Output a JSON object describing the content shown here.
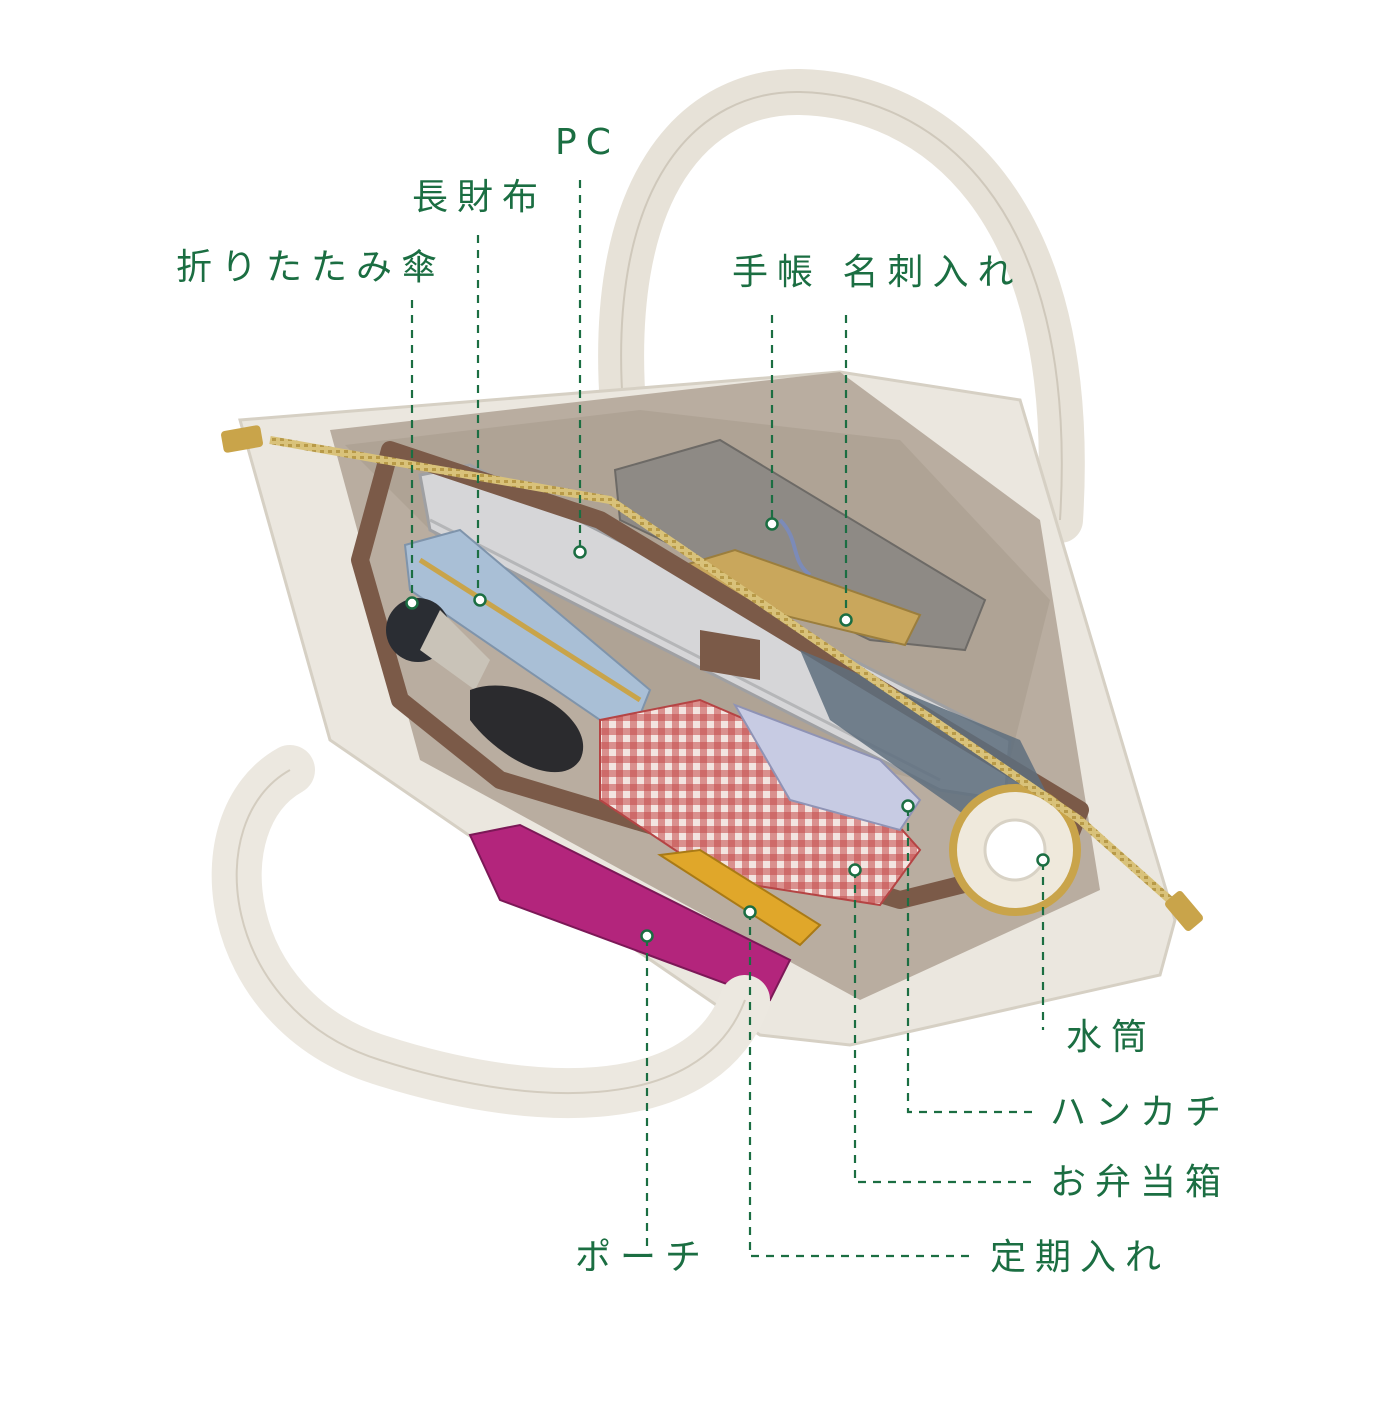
{
  "colors": {
    "accent": "#1b6e42",
    "bag_leather": "#e9e5dc",
    "bag_interior": "#b8aea2",
    "organizer_brown": "#7b5a48",
    "pouch_magenta": "#b3257c",
    "case_yellow": "#e0a72a",
    "cloth_red": "#c44a4a",
    "wallet_blue": "#a9bfd6",
    "hardware_gold": "#c9a44a"
  },
  "labels": {
    "pc": "PC",
    "long_wallet": "長財布",
    "umbrella": "折りたたみ傘",
    "planner_card": "手帳 名刺入れ",
    "bottle": "水筒",
    "handkerchief": "ハンカチ",
    "lunch_box": "お弁当箱",
    "pouch": "ポーチ",
    "pass_case": "定期入れ"
  }
}
